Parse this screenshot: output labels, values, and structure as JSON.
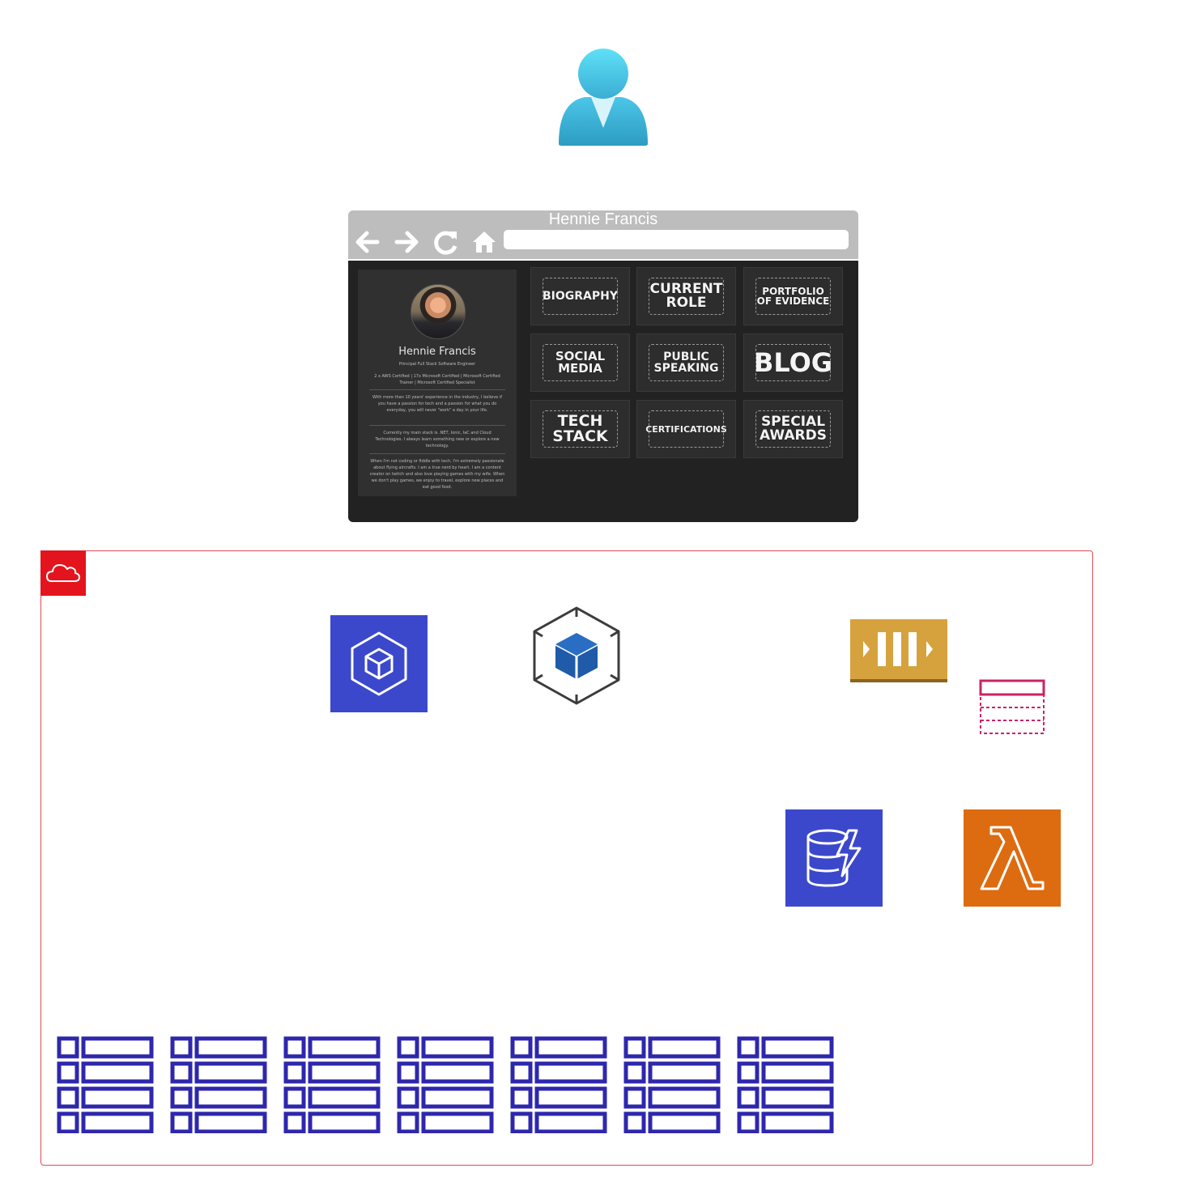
{
  "browser": {
    "title": "Hennie Francis"
  },
  "profile": {
    "name": "Hennie Francis",
    "role": "Principal Full Stack Software Engineer",
    "certs": "2 x AWS Certified | 17x Microsoft Certified | Microsoft Certified Trainer | Microsoft Certified Specialist",
    "para1": "With more than 10 years' experience in the industry, I believe if you have a passion for tech and a passion for what you do everyday, you will never \"work\" a day in your life.",
    "para2": "Currently my main stack is .NET, Ionic, IaC and Cloud Technologies. I always learn something new or explore a new technology.",
    "para3": "When I'm not coding or fiddle with tech, I'm extremely passionate about flying aircrafts. I am a true nerd by heart. I am a content creator on twitch and also love playing games with my wife. When we don't play games, we enjoy to travel, explore new places and eat good food."
  },
  "tiles": [
    {
      "label": "BIOGRAPHY"
    },
    {
      "label": "CURRENT\nROLE"
    },
    {
      "label": "PORTFOLIO\nOF EVIDENCE"
    },
    {
      "label": "SOCIAL\nMEDIA"
    },
    {
      "label": "PUBLIC\nSPEAKING"
    },
    {
      "label": "BLOG"
    },
    {
      "label": "TECH\nSTACK"
    },
    {
      "label": "CERTIFICATIONS"
    },
    {
      "label": "SPECIAL\nAWARDS"
    }
  ],
  "icons": {
    "user": "user-icon",
    "cloud": "cloud-icon",
    "amplify_like": "blue-cube-service-icon",
    "cube": "hexagon-cube-icon",
    "queue": "queue-icon",
    "table": "table-icon",
    "dynamodb": "dynamodb-icon",
    "lambda": "lambda-icon",
    "db_tables": "table-list-icon"
  },
  "colors": {
    "user": "#50c8e8",
    "cloud_border": "#e04b55",
    "cloud_badge": "#e3141d",
    "blue_service": "#3b48cc",
    "queue": "#d6a23d",
    "table_pink": "#cc2264",
    "lambda": "#dd6b10",
    "table_list": "#2e27ad"
  }
}
